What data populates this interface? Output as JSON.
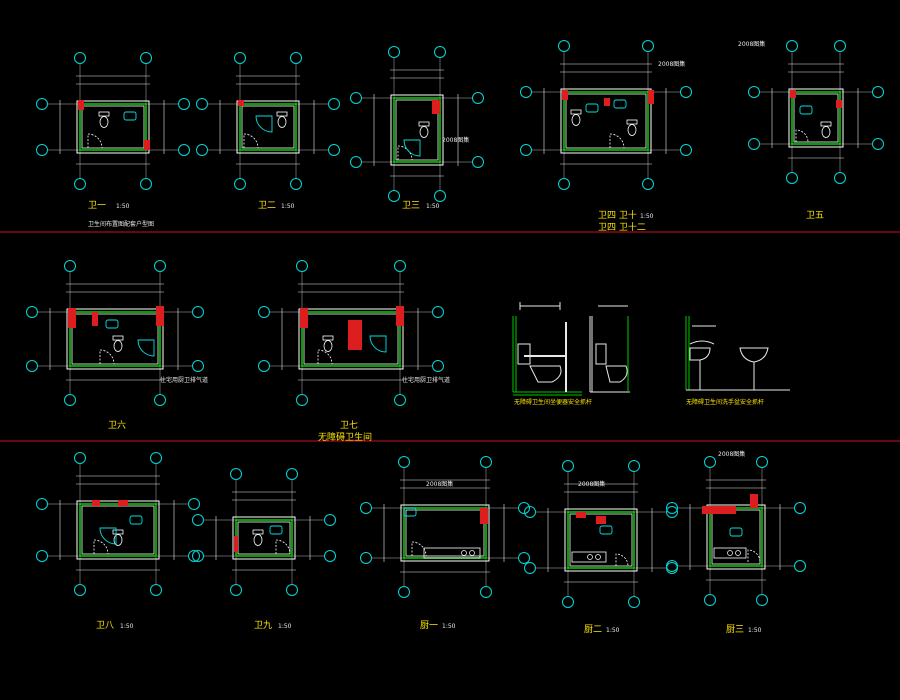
{
  "colors": {
    "background": "#000000",
    "wall": "#ffffff",
    "dimension": "#e8e8e8",
    "wall_fill": "#dc1e1e",
    "hatch": "#00c800",
    "grid_bubble": "#00d8d8",
    "fixture": "#00e0e0",
    "title_text": "#ffe600",
    "note_text": "#e8e8e8",
    "separator": "#cc1020"
  },
  "plans": {
    "p1": {
      "title": "卫一",
      "scale": "1:50",
      "note": "卫生间布置图配套户型图"
    },
    "p2": {
      "title": "卫二",
      "scale": "1:50"
    },
    "p3": {
      "title": "卫三",
      "scale": "1:50",
      "note": "2008图集"
    },
    "p4": {
      "title": "卫四 卫十",
      "scale": "1:50",
      "subtitle": "卫四 卫十二",
      "note": "2008图集"
    },
    "p5": {
      "title": "卫五",
      "note": "2008图集"
    },
    "p6": {
      "title": "卫六",
      "note": "住宅用厨卫排气道"
    },
    "p7": {
      "title": "卫七",
      "subtitle": "无障碍卫生间",
      "note": "住宅用厨卫排气道"
    },
    "e1": {
      "caption": "无障碍卫生间坐便器安全抓杆"
    },
    "e2": {
      "caption": "无障碍卫生间洗手盆安全抓杆"
    },
    "p8": {
      "title": "卫八",
      "scale": "1:50"
    },
    "p9": {
      "title": "卫九",
      "scale": "1:50"
    },
    "k1": {
      "title": "厨一",
      "scale": "1:50",
      "note": "2008图集"
    },
    "k2": {
      "title": "厨二",
      "scale": "1:50",
      "note": "2008图集"
    },
    "k3": {
      "title": "厨三",
      "scale": "1:50",
      "note": "2008图集"
    }
  }
}
